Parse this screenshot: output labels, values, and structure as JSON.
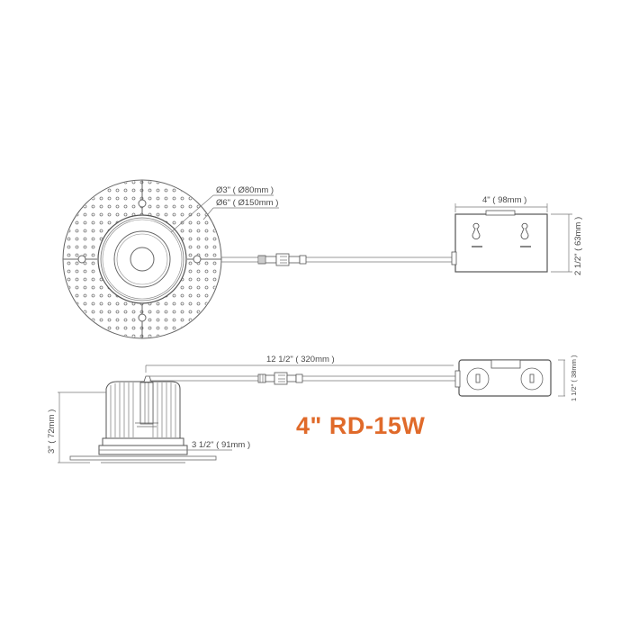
{
  "product": {
    "title": "4\" RD-15W",
    "title_color": "#e06a2a"
  },
  "top_view": {
    "inner_diameter_label": "Ø3\" ( Ø80mm )",
    "outer_diameter_label": "Ø6\" ( Ø150mm )",
    "junction_box_width_label": "4\" ( 98mm )",
    "junction_box_height_label": "2 1/2\" ( 63mm )"
  },
  "side_view": {
    "cable_length_label": "12 1/2\" ( 320mm )",
    "fixture_height_label": "3\" ( 72mm )",
    "cutout_label": "3 1/2\" ( 91mm )",
    "junction_box_height_label": "1 1/2\" ( 38mm )"
  },
  "colors": {
    "line": "#555555",
    "light_line": "#9a9a9a",
    "text": "#4a4a4a",
    "accent": "#e06a2a"
  }
}
